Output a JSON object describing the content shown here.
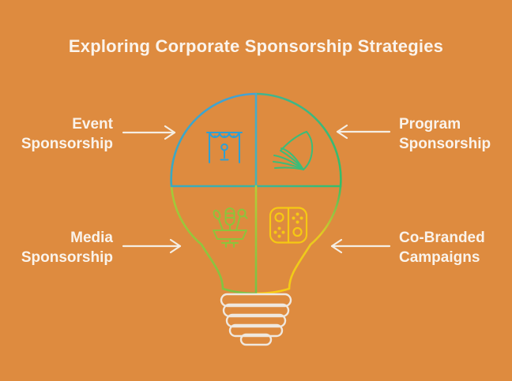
{
  "title": "Exploring Corporate Sponsorship Strategies",
  "labels": [
    {
      "id": "event",
      "line1": "Event",
      "line2": "Sponsorship",
      "position": "top-left",
      "arrow": "arrow-right-icon"
    },
    {
      "id": "program",
      "line1": "Program",
      "line2": "Sponsorship",
      "position": "top-right",
      "arrow": "arrow-left-icon"
    },
    {
      "id": "media",
      "line1": "Media",
      "line2": "Sponsorship",
      "position": "bottom-left",
      "arrow": "arrow-right-icon"
    },
    {
      "id": "cobranded",
      "line1": "Co-Branded",
      "line2": "Campaigns",
      "position": "bottom-right",
      "arrow": "arrow-left-icon"
    }
  ],
  "diagram": {
    "type": "lightbulb-quadrant-infographic",
    "quadrants": [
      {
        "label_ref": "event",
        "icon": "stage-icon",
        "color": "#2E9FD4"
      },
      {
        "label_ref": "program",
        "icon": "open-book-icon",
        "color": "#3CBC79"
      },
      {
        "label_ref": "media",
        "icon": "press-conference-icon",
        "color": "#8CC43C"
      },
      {
        "label_ref": "cobranded",
        "icon": "game-controller-icon",
        "color": "#F6C913"
      }
    ],
    "base_icon": "bulb-screw-base"
  },
  "colors": {
    "bg": "#DE8B3F",
    "title_text": "#FBF4EC",
    "label_text": "#FAF3EB",
    "arrow": "#F5EEE3",
    "blue": "#2E9FD4",
    "teal": "#3AA9C3",
    "green": "#38BD6C",
    "lime": "#8CC43C",
    "yellow": "#F6C913",
    "screw": "#EFE8DF"
  }
}
